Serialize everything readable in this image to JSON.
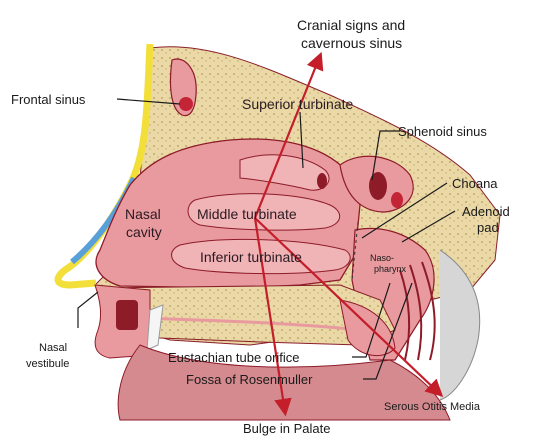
{
  "diagram": {
    "labels": {
      "cranial_signs_line1": "Cranial signs and",
      "cranial_signs_line2": "cavernous sinus",
      "frontal_sinus": "Frontal sinus",
      "superior_turbinate": "Superior turbinate",
      "sphenoid_sinus": "Sphenoid sinus",
      "choana": "Choana",
      "adenoid_line1": "Adenoid",
      "adenoid_line2": "pad",
      "nasal_cavity_line1": "Nasal",
      "nasal_cavity_line2": "cavity",
      "middle_turbinate": "Middle turbinate",
      "inferior_turbinate": "Inferior turbinate",
      "nasopharynx_line1": "Naso-",
      "nasopharynx_line2": "pharynx",
      "nasal_vestibule_line1": "Nasal",
      "nasal_vestibule_line2": "vestibule",
      "eustachian_tube_orifice": "Eustachian tube orifice",
      "fossa_of_rosenmuller": "Fossa of Rosenmuller",
      "serous_otitis_media": "Serous Otitis Media",
      "bulge_in_palate": "Bulge in Palate"
    },
    "colors": {
      "pink_tissue": "#e89a9f",
      "bone_beige": "#ead9a7",
      "dark_red": "#8e1b28",
      "yellow_skin": "#f3df3a",
      "blue_cartilage": "#5aa0d8",
      "arrow_red": "#c41e2a"
    }
  }
}
